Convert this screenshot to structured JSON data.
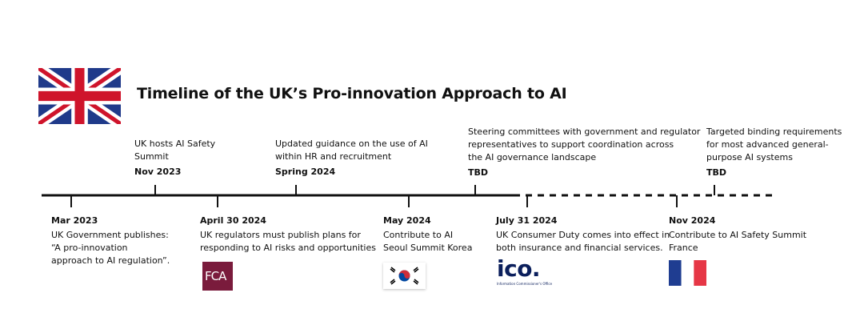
{
  "title": "Timeline of the UK’s Pro-innovation Approach to AI",
  "icons": {
    "uk_flag": "uk-flag-icon",
    "fca_logo": "fca-logo",
    "korea_flag": "south-korea-flag-icon",
    "ico_logo": "ico-logo",
    "france_flag": "france-flag-icon"
  },
  "colors": {
    "line": "#111111",
    "fca": "#7a1b3c",
    "ico": "#0b1f5c",
    "france_blue": "#1f3d91",
    "france_red": "#e63746"
  },
  "above_events": [
    {
      "desc": [
        "UK hosts AI Safety",
        "Summit"
      ],
      "date": "Nov 2023"
    },
    {
      "desc": [
        "Updated guidance on the use of AI",
        "within HR and recruitment"
      ],
      "date": "Spring  2024"
    },
    {
      "desc": [
        "Steering committees with government and regulator",
        "representatives to support coordination across",
        "the AI governance landscape"
      ],
      "date": "TBD"
    },
    {
      "desc": [
        "Targeted binding requirements",
        "for most advanced general-",
        "purpose AI systems"
      ],
      "date": "TBD"
    }
  ],
  "below_events": [
    {
      "date": "Mar 2023",
      "desc": [
        "UK Government publishes:",
        "“A pro-innovation",
        "approach to AI regulation”."
      ]
    },
    {
      "date": "April 30 2024",
      "desc": [
        "UK regulators must publish plans for",
        "responding to AI risks and opportunities"
      ]
    },
    {
      "date": "May 2024",
      "desc": [
        "Contribute to AI",
        "Seoul Summit Korea"
      ]
    },
    {
      "date": "July 31 2024",
      "desc": [
        "UK Consumer Duty comes into effect in",
        "both insurance and financial services."
      ]
    },
    {
      "date": "Nov 2024",
      "desc": [
        "Contribute to AI Safety Summit",
        "France"
      ]
    }
  ],
  "logos": {
    "fca": "FCA",
    "ico": "ico.",
    "ico_sub": "Information Commissioner's Office"
  }
}
